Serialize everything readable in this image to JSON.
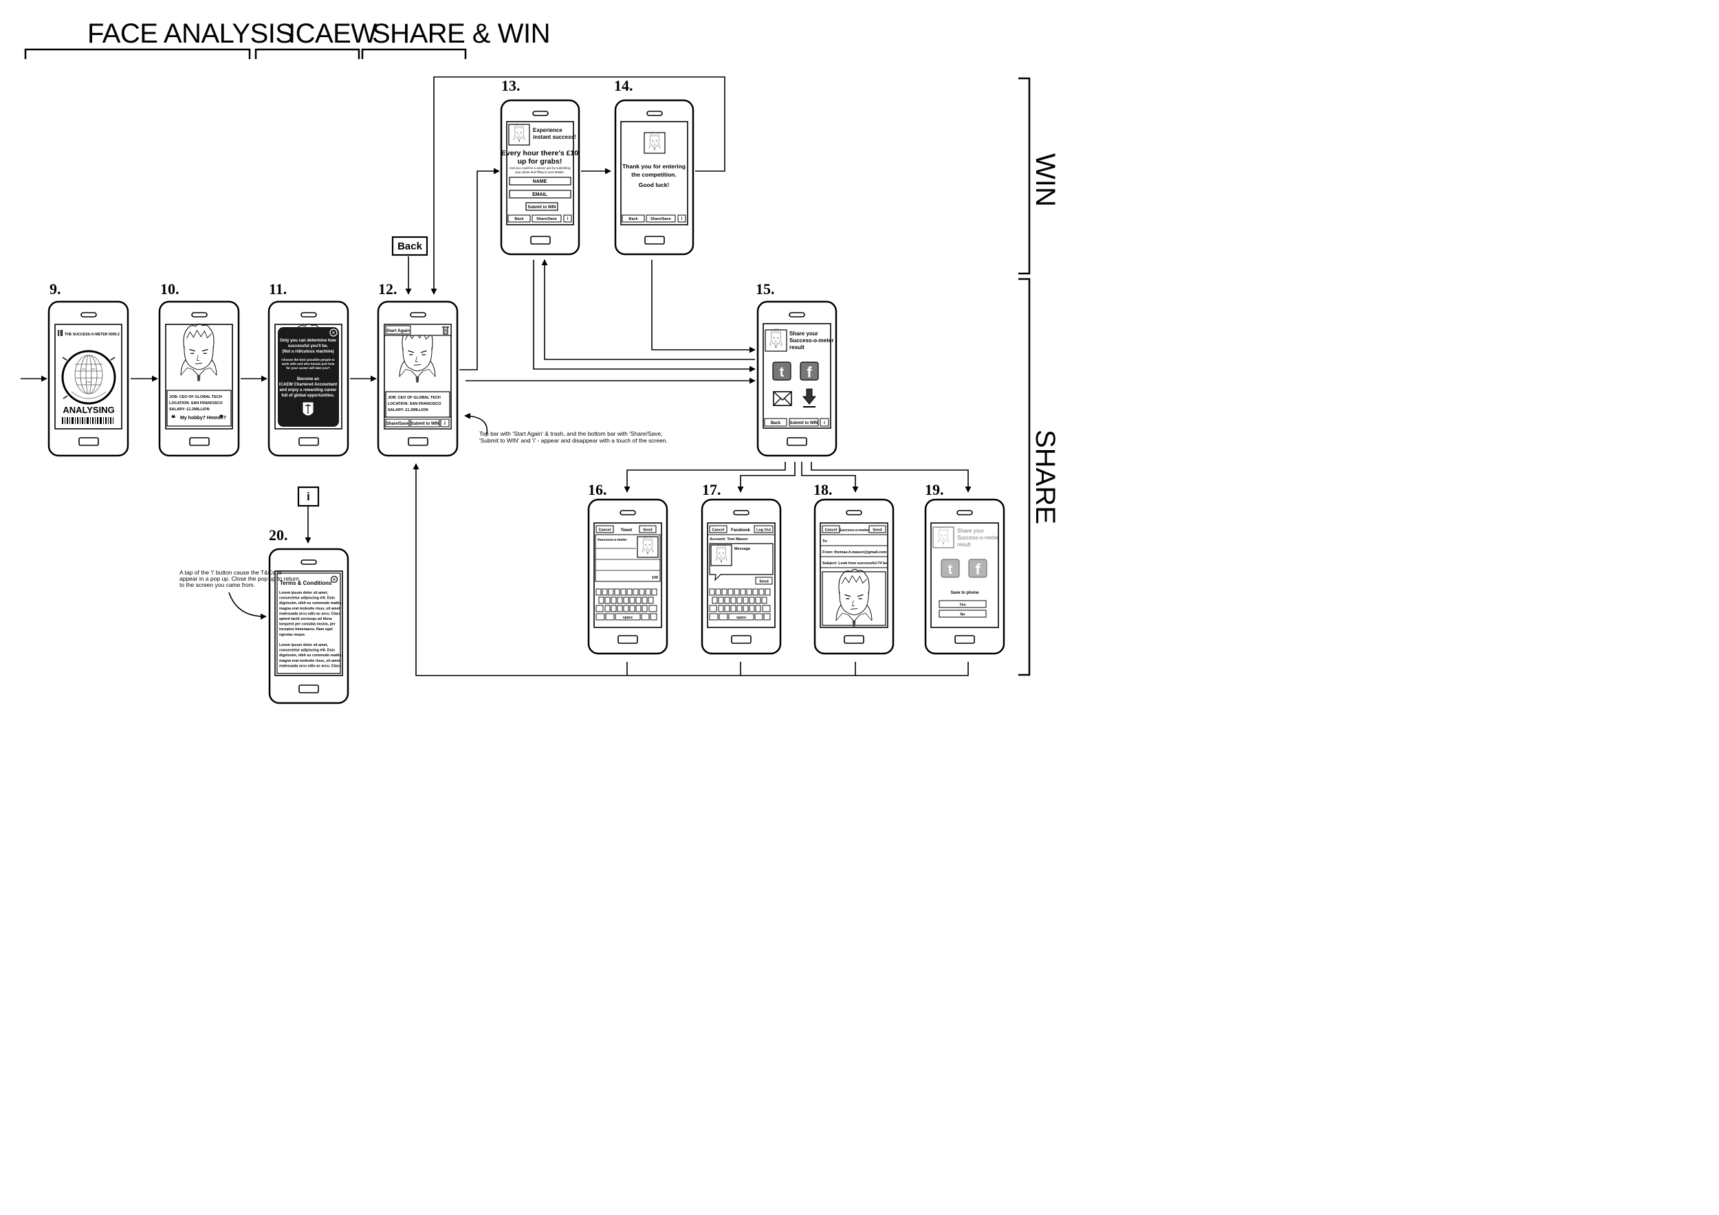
{
  "sections": {
    "face_analysis": "FACE ANALYSIS",
    "icaew": "ICAEW",
    "share_win": "SHARE & WIN",
    "win": "WIN",
    "share": "SHARE"
  },
  "screen_numbers": {
    "s9": "9.",
    "s10": "10.",
    "s11": "11.",
    "s12": "12.",
    "s13": "13.",
    "s14": "14.",
    "s15": "15.",
    "s16": "16.",
    "s17": "17.",
    "s18": "18.",
    "s19": "19.",
    "s20": "20."
  },
  "triggers": {
    "back": "Back",
    "info": "i"
  },
  "s9": {
    "title": "THE SUCCESS-O-METER 5000.2",
    "status": "ANALYSING"
  },
  "profile": {
    "job": "JOB: CEO OF GLOBAL TECH",
    "location": "LOCATION: SAN FRANCISCO",
    "salary": "SALARY: £1.2MILLION",
    "quote": "My hobby? Hmmm?"
  },
  "s11": {
    "l1": "Only you can determine how",
    "l2": "successful you'll be.",
    "l3": "(Not a ridiculous machine)",
    "l4": "Choose the best possible people to",
    "l5": "work with and who knows just how",
    "l6": "far your career will take you?",
    "l7": "Become an",
    "l8": "ICAEW Chartered Accountant",
    "l9": "and enjoy a rewarding career",
    "l10": "full of global opportunities."
  },
  "s12": {
    "start_again": "Start Again",
    "share_save": "Share/Save",
    "submit_win": "Submit to WIN",
    "info": "i",
    "note1": "Top bar with 'Start Again' & trash, and the bottom bar with 'Share/Save,",
    "note2": "'Submit to WIN' and 'i' - appear and disappear with a touch of the screen."
  },
  "s13": {
    "h1": "Experience",
    "h2": "instant success!",
    "big1": "Every hour there's £10",
    "big2": "up for grabs!",
    "small1": "And you could be a winner just by submitting",
    "small2": "your photo and filling in your details.",
    "name": "NAME",
    "email": "EMAIL",
    "submit": "Submit to WIN",
    "back": "Back",
    "share_save": "Share/Save",
    "info": "i"
  },
  "s14": {
    "l1": "Thank you for entering",
    "l2": "the competition.",
    "l3": "Good luck!",
    "back": "Back",
    "share_save": "Share/Save",
    "info": "i"
  },
  "s15": {
    "l1": "Share your",
    "l2": "Success-o-meter",
    "l3": "result",
    "back": "Back",
    "submit": "Submit to WIN",
    "info": "i"
  },
  "s16": {
    "cancel": "Cancel",
    "title": "Tweet",
    "send": "Send",
    "hashtag": "#success-o-meter",
    "count": "109",
    "space": "space"
  },
  "s17": {
    "cancel": "Cancel",
    "title": "Facebook",
    "logout": "Log Out",
    "account": "Account: Tom Mason",
    "message": "Message",
    "send": "Send",
    "space": "space"
  },
  "s18": {
    "cancel": "Cancel",
    "title": "Success-o-meter",
    "send": "Send",
    "to": "To:",
    "from": "From: thomas.h.mason@gmail.com",
    "subject": "Subject: Look how successful I'll be"
  },
  "s19": {
    "l1": "Share your",
    "l2": "Success-o-meter",
    "l3": "result",
    "save": "Save to phone",
    "yes": "Yes",
    "no": "No"
  },
  "s20": {
    "title": "Terms & Conditions",
    "p1": [
      "Lorem ipsum dolor sit amet,",
      "consectetur adipiscing elit. Duis",
      "dignissim, nibh eu commodo mattis,",
      "magna erat molestie risus, sit amet",
      "malesuada arcu odio ac arcu. Class",
      "aptent taciti sociosqu ad litora",
      "torquent per conubia nostra, per",
      "inceptos himenaeos. Nam eget",
      "egestas neque."
    ],
    "p2": [
      "Lorem ipsum dolor sit amet,",
      "consectetur adipiscing elit. Duis",
      "dignissim, nibh eu commodo mattis,",
      "magna erat molestie risus, sit amet",
      "malesuada arcu odio ac arcu. Class"
    ],
    "note1": "A tap of the 'i' button cause the T&Cs to",
    "note2": "appear in a pop up. Close the pop up to return",
    "note3": "to the screen you came from."
  }
}
